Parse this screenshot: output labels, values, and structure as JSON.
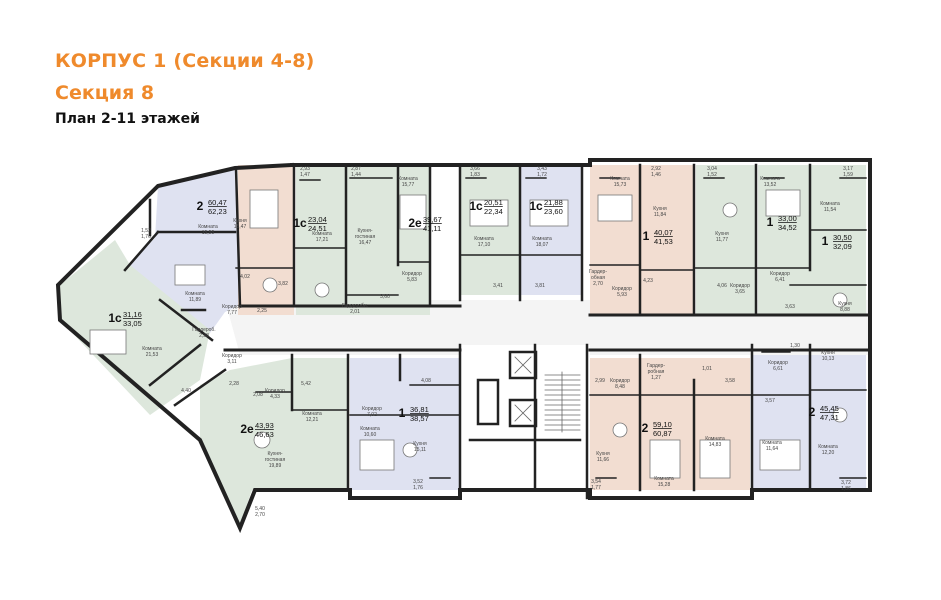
{
  "header": {
    "title": "КОРПУС 1 (Секции 4-8)",
    "section": "Секция 8",
    "plan": "План 2-11 этажей"
  },
  "colors": {
    "title": "#ef8a2c",
    "green": "#dde7dc",
    "blue": "#dfe2f1",
    "peach": "#f2ddd1",
    "wall": "#222222"
  },
  "apartments": [
    {
      "type": "2",
      "area": "60,47",
      "total": "62,23",
      "color": "blue"
    },
    {
      "type": "1с",
      "area": "23,04",
      "total": "24,51",
      "color": "peach"
    },
    {
      "type": "2е",
      "area": "39,67",
      "total": "41,11",
      "color": "green"
    },
    {
      "type": "1с",
      "area": "20,51",
      "total": "22,34",
      "color": "green"
    },
    {
      "type": "1с",
      "area": "21,88",
      "total": "23,60",
      "color": "blue"
    },
    {
      "type": "1",
      "area": "40,07",
      "total": "41,53",
      "color": "peach"
    },
    {
      "type": "1",
      "area": "33,00",
      "total": "34,52",
      "color": "green"
    },
    {
      "type": "1",
      "area": "30,50",
      "total": "32,09",
      "color": "green"
    },
    {
      "type": "1с",
      "area": "31,16",
      "total": "33,05",
      "color": "green"
    },
    {
      "type": "2е",
      "area": "43,93",
      "total": "46,63",
      "color": "green"
    },
    {
      "type": "1",
      "area": "36,81",
      "total": "38,57",
      "color": "blue"
    },
    {
      "type": "2",
      "area": "59,10",
      "total": "60,87",
      "color": "peach"
    },
    {
      "type": "2",
      "area": "45,45",
      "total": "47,31",
      "color": "blue"
    }
  ],
  "room_labels": [
    "Комната\n15,55",
    "Кухня\n15,47",
    "Комната\n11,89",
    "Коридор\n7,77",
    "4,02",
    "2,25",
    "Гардероб.\n2,38",
    "Коридор\n3,11",
    "Комната\n21,53",
    "1,52\n1,76",
    "2,93\n1,47",
    "Комната\n17,21",
    "3,82",
    "2,87\n1,44",
    "Кухня-\nгостиная\n16,47",
    "Гардеробн.\n2,01",
    "Комната\n15,77",
    "Коридор\n5,83",
    "3,60",
    "3,66\n1,83",
    "Комната\n17,10",
    "3,41",
    "3,43\n1,72",
    "Комната\n18,07",
    "3,81",
    "Комната\n15,73",
    "2,92\n1,46",
    "Кухня\n11,84",
    "Гардер-\nобная\n2,70",
    "Коридор\n5,93",
    "4,23",
    "3,04\n1,52",
    "Кухня\n11,77",
    "4,06",
    "Коридор\n3,65",
    "Комната\n13,52",
    "Коридор\n6,41",
    "3,17\n1,59",
    "Комната\n11,54",
    "Кухня\n8,88",
    "3,63",
    "Коридор\n4,33",
    "5,42",
    "2,08",
    "Комната\n12,21",
    "Кухня-\nгостиная\n19,89",
    "5,40\n2,70",
    "4,40",
    "2,28",
    "4,08",
    "Коридор\n7,02",
    "Комната\n10,60",
    "Кухня\n15,11",
    "3,52\n1,76",
    "2,99",
    "Гардер-\nробная\n1,27",
    "1,01",
    "3,58",
    "Коридор\n8,48",
    "Кухня\n11,66",
    "3,54\n1,77",
    "Комната\n15,28",
    "Комната\n14,83",
    "1,30",
    "Коридор\n6,61",
    "3,57",
    "Кухня\n10,13",
    "Комната\n11,64",
    "Комната\n12,20",
    "3,72\n1,86"
  ]
}
